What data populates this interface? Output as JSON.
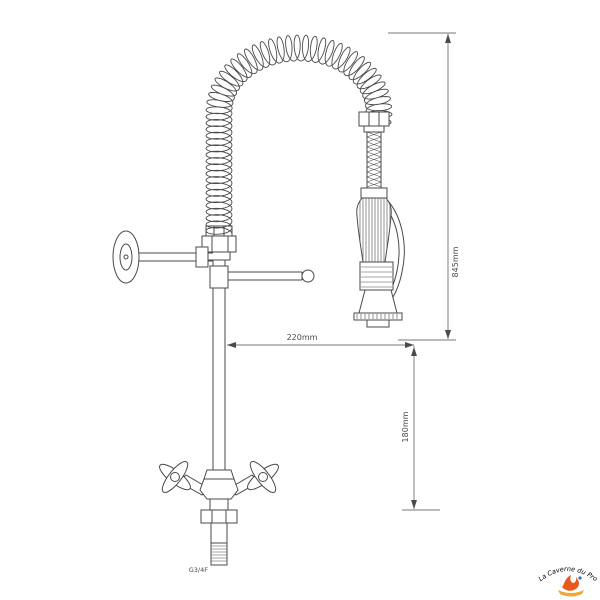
{
  "diagram": {
    "name": "pre-rinse-spray-faucet-technical-drawing",
    "line_color": "#4a4a4a",
    "dim_color": "#4a4a4a",
    "background": "#ffffff",
    "dimensions": {
      "total_height": "845mm",
      "spout_reach": "220mm",
      "lower_height": "180mm"
    },
    "labels": {
      "inlet_thread": "G3/4F"
    },
    "parts": [
      "wall-bracket",
      "spring-hose",
      "riser-pipe",
      "support-arm",
      "spray-gun",
      "trigger-lever",
      "cross-handle-left",
      "cross-handle-right",
      "mixer-body",
      "inlet-shank"
    ],
    "watermark": {
      "text": "La Caverne du Pro",
      "color_text": "#d94a2a",
      "color_flame": "#e8591c",
      "color_gold": "#f0a830",
      "color_accent": "#2a6bd9"
    }
  }
}
